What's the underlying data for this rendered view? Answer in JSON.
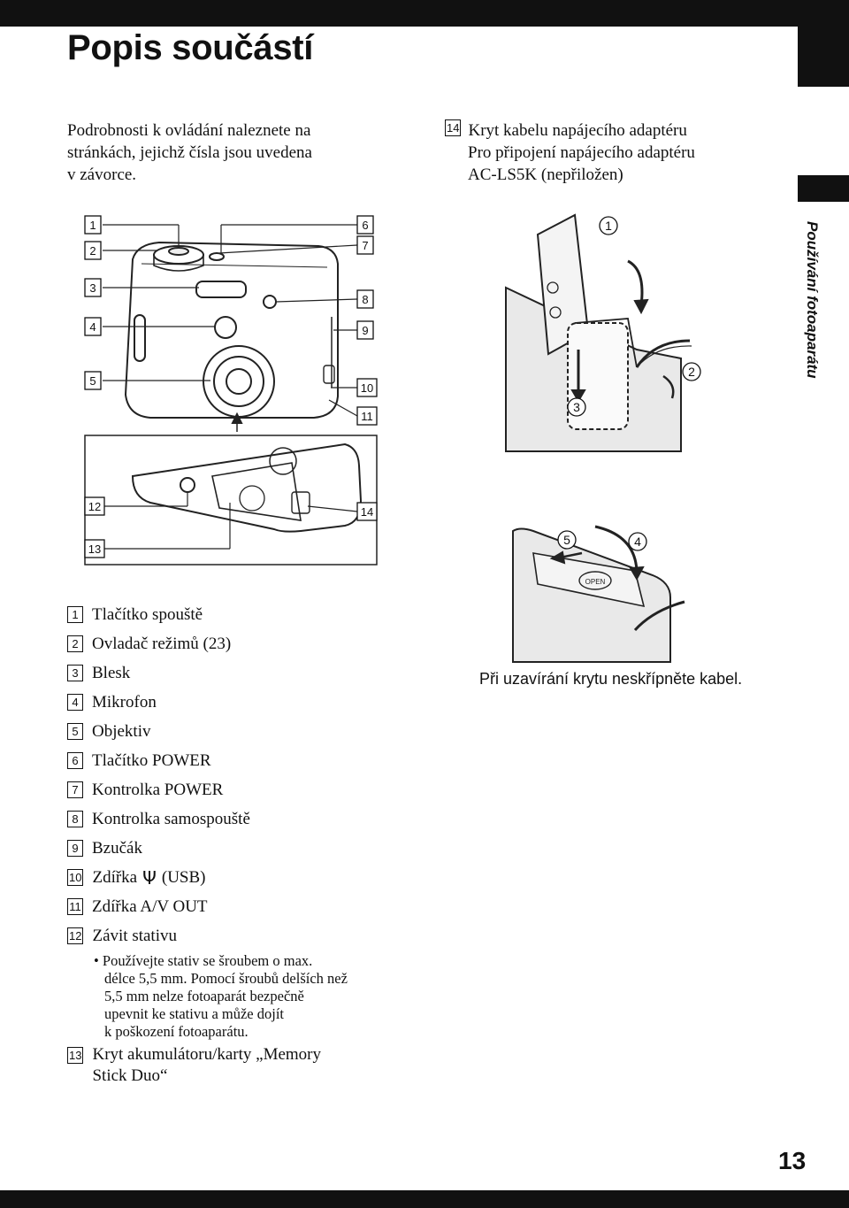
{
  "page": {
    "title": "Popis součástí",
    "side_tab_label": "Používání fotoaparátu",
    "page_number": "13"
  },
  "intro": {
    "text_lines": [
      "Podrobnosti k ovládání naleznete na",
      "stránkách, jejichž čísla jsou uvedena",
      "v závorce."
    ]
  },
  "cable_cover": {
    "number": "14",
    "label": "Kryt kabelu napájecího adaptéru",
    "desc_lines": [
      "Pro připojení napájecího adaptéru",
      "AC-LS5K (nepřiložen)"
    ]
  },
  "figure_camera": {
    "callouts": [
      "1",
      "2",
      "3",
      "4",
      "5",
      "6",
      "7",
      "8",
      "9",
      "10",
      "11",
      "12",
      "13",
      "14"
    ]
  },
  "figure_steps": {
    "top_steps": [
      "1",
      "2",
      "3"
    ],
    "bottom_steps": [
      "5",
      "4"
    ],
    "door_label": "OPEN"
  },
  "caution": "Při uzavírání krytu neskřípněte kabel.",
  "legend": {
    "items": [
      {
        "num": "1",
        "text": "Tlačítko spouště"
      },
      {
        "num": "2",
        "text": "Ovladač režimů (23)"
      },
      {
        "num": "3",
        "text": "Blesk"
      },
      {
        "num": "4",
        "text": "Mikrofon"
      },
      {
        "num": "5",
        "text": "Objektiv"
      },
      {
        "num": "6",
        "text": "Tlačítko POWER"
      },
      {
        "num": "7",
        "text": "Kontrolka POWER"
      },
      {
        "num": "8",
        "text": "Kontrolka samospouště"
      },
      {
        "num": "9",
        "text": "Bzučák"
      },
      {
        "num": "10",
        "text_before": "Zdířka",
        "icon": "usb-icon",
        "text_after": "(USB)"
      },
      {
        "num": "11",
        "text": "Zdířka A/V OUT"
      },
      {
        "num": "12",
        "text": "Závit stativu"
      }
    ],
    "tripod_note_lines": [
      "• Používejte stativ se šroubem o max.",
      "délce 5,5 mm. Pomocí šroubů delších než",
      "5,5 mm nelze fotoaparát bezpečně",
      "upevnit ke stativu a může dojít",
      "k poškození fotoaparátu."
    ],
    "last_item": {
      "num": "13",
      "lines": [
        "Kryt akumulátoru/karty „Memory",
        "Stick Duo“"
      ]
    }
  }
}
